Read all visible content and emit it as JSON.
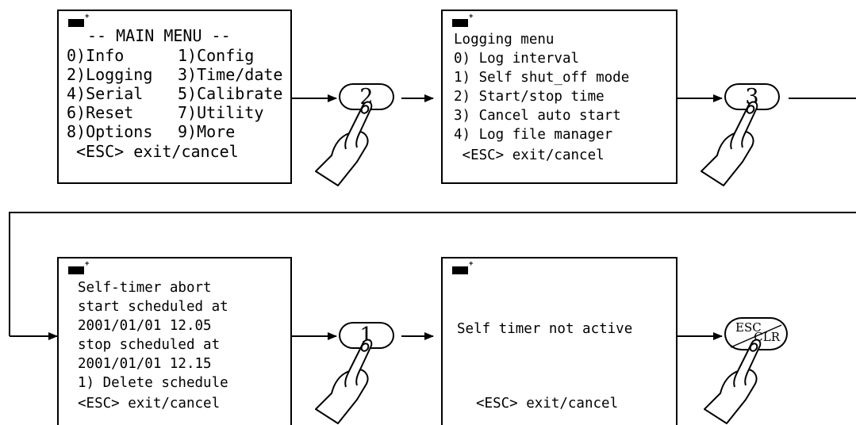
{
  "screens": {
    "main_menu": {
      "title": "-- MAIN MENU --",
      "rows": [
        [
          "0)Info",
          "1)Config"
        ],
        [
          "2)Logging",
          "3)Time/date"
        ],
        [
          "4)Serial",
          "5)Calibrate"
        ],
        [
          "6)Reset",
          "7)Utility"
        ],
        [
          "8)Options",
          "9)More"
        ]
      ],
      "footer": "<ESC> exit/cancel"
    },
    "logging_menu": {
      "lines": [
        "Logging menu",
        "0) Log interval",
        "1) Self shut_off mode",
        "2) Start/stop time",
        "3) Cancel auto start",
        "4) Log file manager",
        " <ESC> exit/cancel"
      ]
    },
    "self_timer": {
      "lines": [
        "Self-timer abort",
        "start scheduled at",
        "2001/01/01 12.05",
        "stop scheduled at",
        "2001/01/01 12.15",
        "1) Delete schedule",
        "<ESC> exit/cancel"
      ]
    },
    "not_active": {
      "message": "Self timer not active",
      "footer": "<ESC> exit/cancel"
    }
  },
  "keys": {
    "key1": "2",
    "key2": "3",
    "key3": "1",
    "esc_top": "ESC",
    "esc_bottom": "CLR"
  },
  "icons": [
    "battery-icon",
    "pointing-hand-icon",
    "arrow-icon"
  ]
}
